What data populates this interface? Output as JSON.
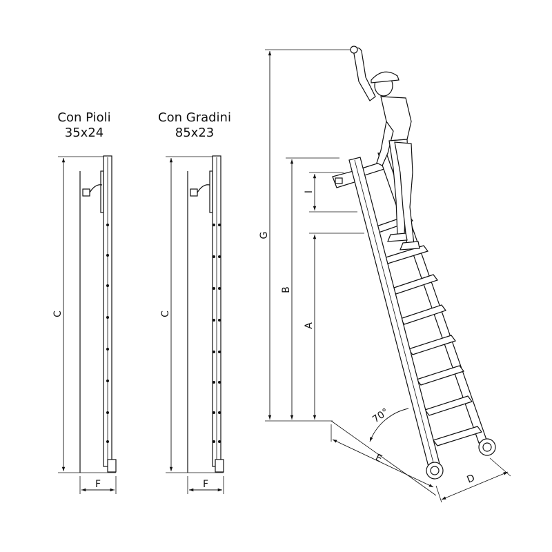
{
  "views": {
    "rungs": {
      "title": "Con Pioli",
      "size": "35x24"
    },
    "steps": {
      "title": "Con Gradini",
      "size": "85x23"
    }
  },
  "dimensions": {
    "A": "A",
    "B": "B",
    "C": "C",
    "D": "D",
    "E": "E",
    "F": "F",
    "G": "G",
    "I": "I",
    "angle": "70°"
  }
}
